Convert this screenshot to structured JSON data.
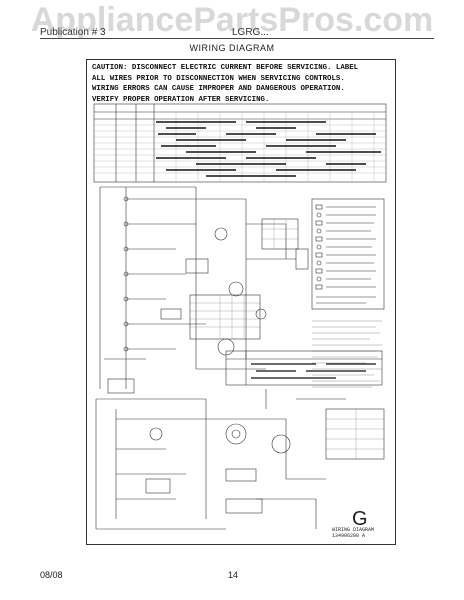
{
  "header": {
    "watermark": "AppliancePartsPros.com",
    "publication": "Publication # 3",
    "model": "LGRG...",
    "title": "WIRING DIAGRAM"
  },
  "caution": {
    "lines": [
      "CAUTION: DISCONNECT ELECTRIC CURRENT BEFORE SERVICING. LABEL",
      "ALL WIRES PRIOR TO DISCONNECTION WHEN SERVICING CONTROLS.",
      "WIRING ERRORS CAN CAUSE IMPROPER AND DANGEROUS OPERATION.",
      "VERIFY PROPER OPERATION AFTER SERVICING."
    ]
  },
  "diagram": {
    "letter": "G",
    "caption_line1": "WIRING DIAGRAM",
    "caption_line2": "134906200 A"
  },
  "footer": {
    "date": "08/08",
    "page": "14"
  }
}
